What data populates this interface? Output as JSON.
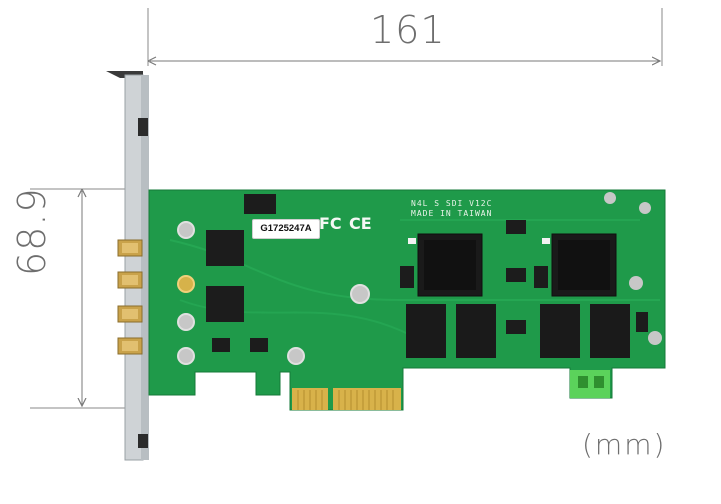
{
  "dimensions": {
    "width_label": "161",
    "height_label": "68.9",
    "unit_label": "(mm)"
  },
  "board": {
    "serial_sticker": "G1725247A",
    "model_silkscreen": "N4L S SDI V12C",
    "origin_silkscreen": "MADE IN TAIWAN",
    "fc_mark": "FC",
    "ce_mark": "CE"
  },
  "colors": {
    "pcb_green": "#1f9a4a",
    "pcb_dark": "#157a38",
    "gold": "#d8b24a",
    "bracket": "#cfd3d6",
    "dimension_line": "#7a7a7a"
  }
}
